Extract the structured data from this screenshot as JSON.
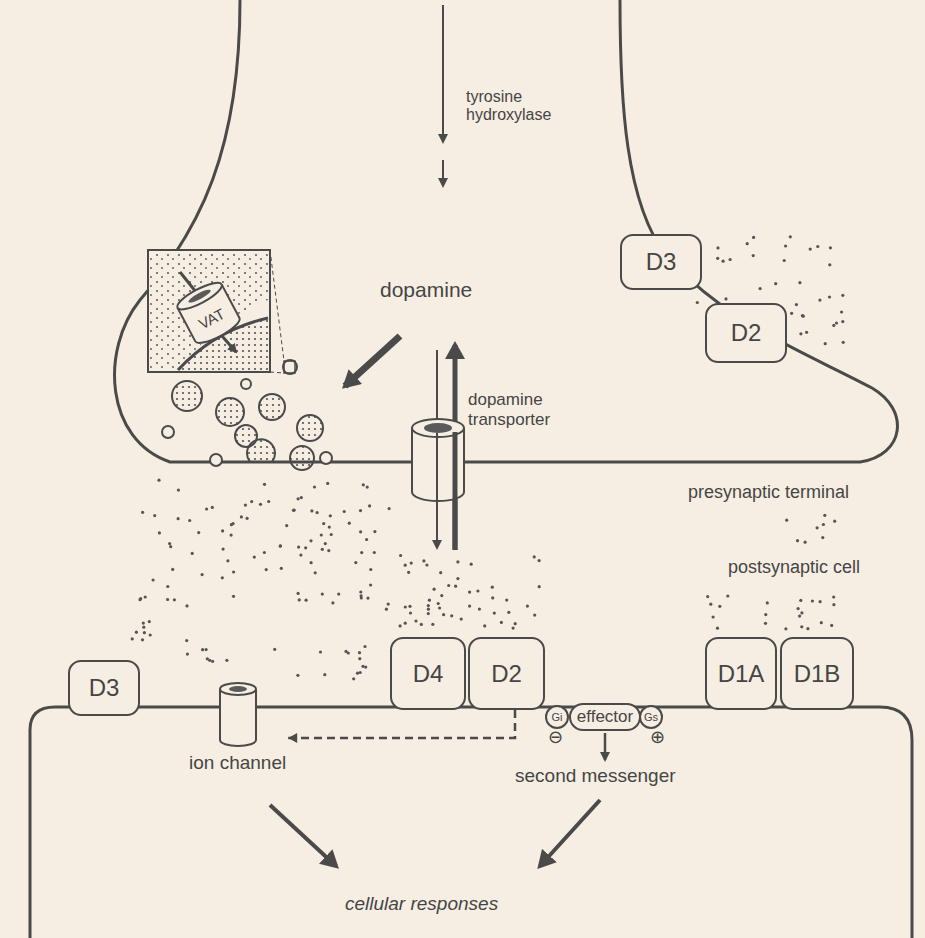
{
  "diagram": {
    "nodes": [
      {
        "text": [
          "D3"
        ]
      },
      {
        "text": [
          "D2"
        ]
      },
      {
        "text": [
          "VAT"
        ]
      },
      {
        "text": [
          "D3"
        ]
      },
      {
        "text": [
          "ion channel"
        ]
      },
      {
        "text": [
          "D4"
        ]
      },
      {
        "text": [
          "D2"
        ]
      },
      {
        "text": [
          "Gi"
        ]
      },
      {
        "text": [
          "effector"
        ]
      },
      {
        "text": [
          "Gs"
        ]
      },
      {
        "text": [
          "D1A"
        ]
      },
      {
        "text": [
          "D1B"
        ]
      }
    ],
    "edges": [
      {
        "from": 6,
        "to": 4,
        "arrow": "to"
      }
    ],
    "labels": [
      "tyrosine hydroxylase",
      "dopamine",
      "dopamine transporter",
      "presynaptic terminal",
      "postsynaptic cell",
      "⊖",
      "⊕",
      "second messenger",
      "cellular responses"
    ]
  }
}
